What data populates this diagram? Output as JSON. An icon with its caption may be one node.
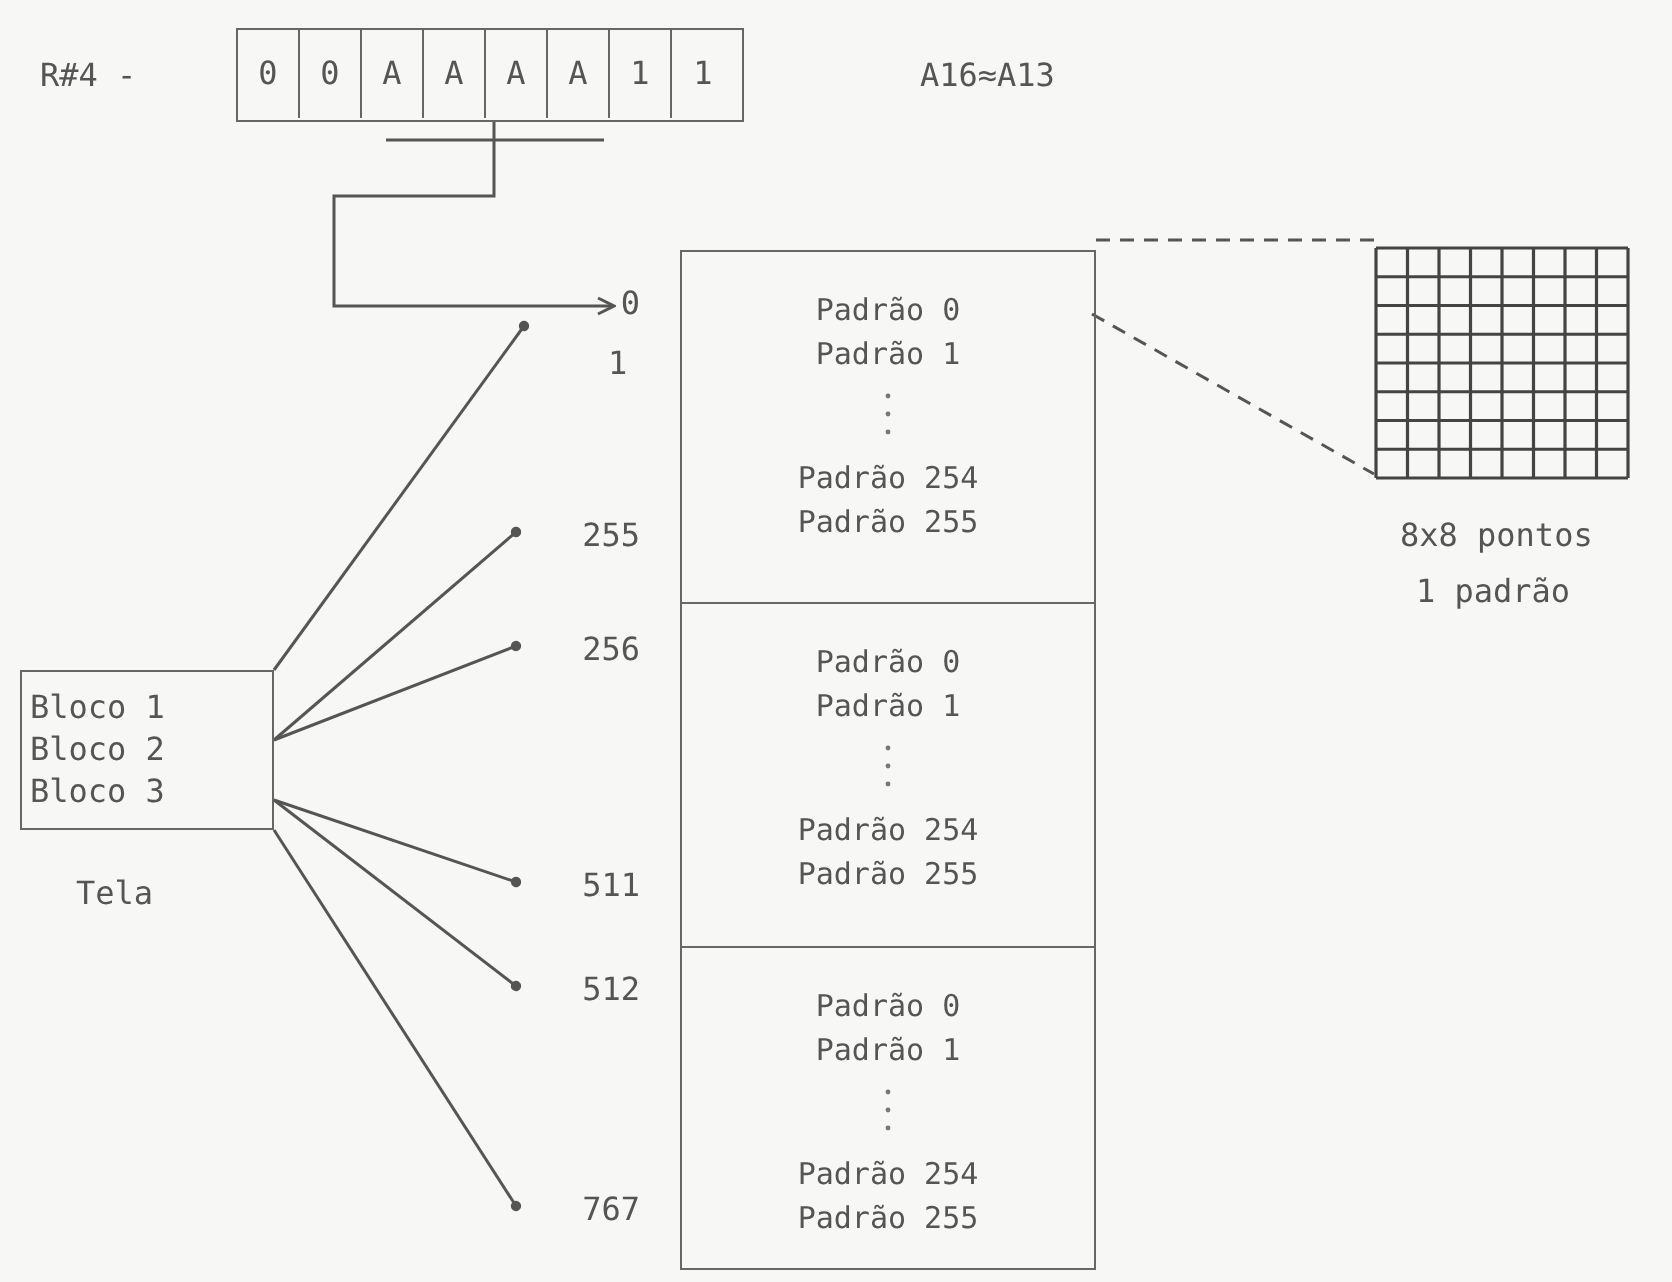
{
  "diagram": {
    "nodes": [
      {
        "text": [
          "0",
          "0",
          "A",
          "A",
          "A",
          "A",
          "1",
          "1"
        ],
        "beside": [
          "R#4 -"
        ]
      },
      {
        "text": [
          "0"
        ]
      },
      {
        "text": [
          "255"
        ]
      },
      {
        "text": [
          "256"
        ]
      },
      {
        "text": [
          "511"
        ]
      },
      {
        "text": [
          "512"
        ]
      },
      {
        "text": [
          "767"
        ]
      },
      {
        "text": [],
        "shape": "box"
      },
      {
        "text": [
          "Padrão 0",
          "Padrão 1",
          "Padrão 254",
          "Padrão 255"
        ],
        "in": 7
      },
      {
        "text": [
          "Padrão 0",
          "Padrão 1",
          "Padrão 254",
          "Padrão 255"
        ],
        "in": 7
      },
      {
        "text": [
          "Padrão 0",
          "Padrão 1",
          "Padrão 254",
          "Padrão 255"
        ],
        "in": 7
      },
      {
        "text": [],
        "shape": "picture",
        "beside": [
          "8x8 pontos",
          "1 padrão"
        ]
      },
      {
        "text": [
          "Bloco 1",
          "Bloco 2",
          "Bloco 3"
        ],
        "beside": [
          "Tela"
        ]
      }
    ],
    "edges": [
      {
        "from": 0,
        "to": 1,
        "arrow": "to"
      },
      {
        "from": 12,
        "to": 1,
        "arrow": "other"
      },
      {
        "from": 12,
        "to": 2,
        "arrow": "other"
      },
      {
        "from": 12,
        "to": 3,
        "arrow": "other"
      },
      {
        "from": 12,
        "to": 4,
        "arrow": "other"
      },
      {
        "from": 12,
        "to": 5,
        "arrow": "other"
      },
      {
        "from": 12,
        "to": 6,
        "arrow": "other"
      },
      {
        "from": 7,
        "to": 11,
        "arrow": "none",
        "style": "dashed"
      },
      {
        "from": 8,
        "to": 11,
        "arrow": "none",
        "style": "dashed"
      }
    ],
    "labels": [
      "A16≈A13",
      "1"
    ]
  }
}
